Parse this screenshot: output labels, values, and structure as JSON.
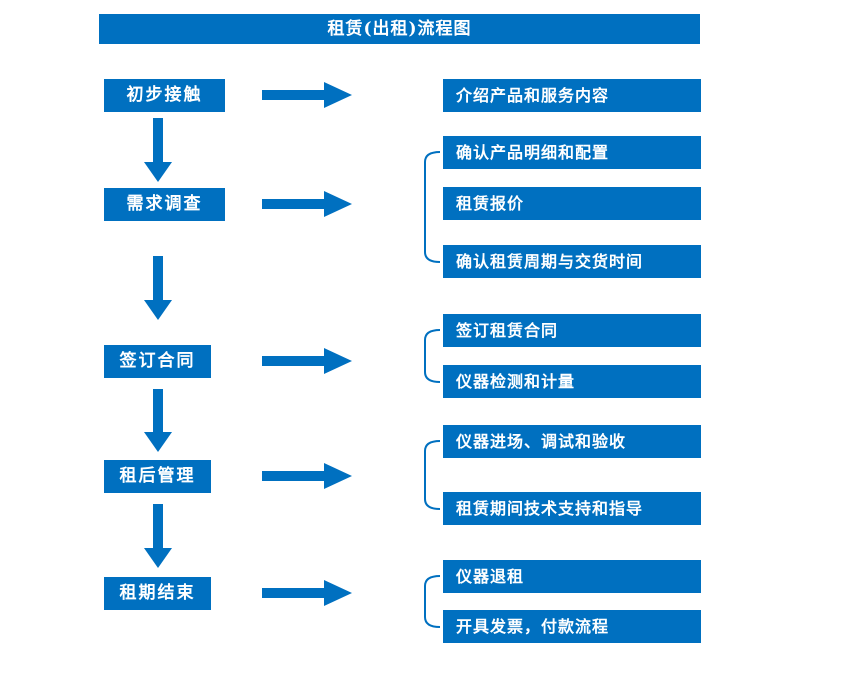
{
  "title": "租赁(出租)流程图",
  "colors": {
    "primary": "#0070C0",
    "box_text": "#FFFFFF",
    "background": "#FFFFFF"
  },
  "stages": [
    {
      "label": "初步接触",
      "details": [
        "介绍产品和服务内容"
      ]
    },
    {
      "label": "需求调查",
      "details": [
        "确认产品明细和配置",
        "租赁报价",
        "确认租赁周期与交货时间"
      ]
    },
    {
      "label": "签订合同",
      "details": [
        "签订租赁合同",
        "仪器检测和计量"
      ]
    },
    {
      "label": "租后管理",
      "details": [
        "仪器进场、调试和验收",
        "租赁期间技术支持和指导"
      ]
    },
    {
      "label": "租期结束",
      "details": [
        "仪器退租",
        "开具发票，付款流程"
      ]
    }
  ]
}
